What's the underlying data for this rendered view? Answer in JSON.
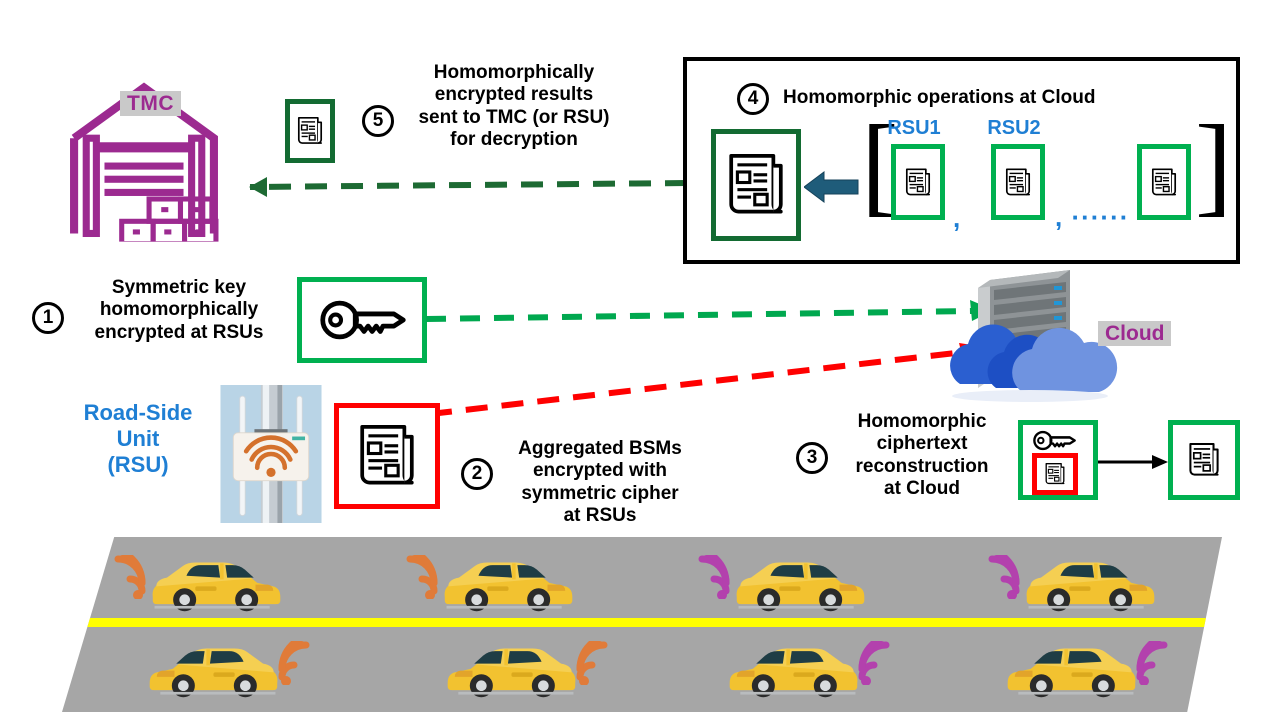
{
  "diagram": {
    "title": "Homomorphic encryption workflow for V2X BSM aggregation",
    "colors": {
      "green_dark": "#136b32",
      "green": "#00b050",
      "red": "#ff0000",
      "blue_label": "#1f7fd4",
      "purple": "#9c2a90",
      "arrow_blue": "#1f5c7a",
      "road_gray": "#a6a6a6",
      "road_line_yellow": "#ffff00",
      "badge_gray": "#c9c9c9"
    }
  },
  "steps": [
    {
      "number": "1",
      "text": "Symmetric key\nhomomorphically\nencrypted at RSUs"
    },
    {
      "number": "2",
      "text": "Aggregated BSMs\nencrypted with\nsymmetric cipher\nat RSUs"
    },
    {
      "number": "3",
      "text": "Homomorphic\nciphertext\nreconstruction\nat Cloud"
    },
    {
      "number": "4",
      "text": "Homomorphic operations at Cloud"
    },
    {
      "number": "5",
      "text": "Homomorphically\nencrypted results\nsent to TMC (or RSU)\nfor decryption"
    }
  ],
  "entities": {
    "tmc_label": "TMC",
    "cloud_label": "Cloud",
    "rsu_label": "Road-Side\nUnit\n(RSU)"
  },
  "cloud_ops": {
    "rsu_items": [
      {
        "label": "RSU1",
        "icon": "document-icon"
      },
      {
        "label": "RSU2",
        "icon": "document-icon"
      },
      {
        "label": "",
        "icon": "document-icon"
      }
    ],
    "separator_comma": ",",
    "ellipsis": ", ······",
    "bracket_open": "[",
    "bracket_close": "]",
    "result_icon": "document-icon",
    "aggregate_arrow": "left-arrow-icon"
  },
  "icons": {
    "key": "key-icon",
    "document": "document-icon",
    "warehouse": "warehouse-icon",
    "server_rack": "server-rack-icon",
    "cloud": "cloud-icon",
    "rsu_antenna": "rsu-antenna-icon",
    "wifi": "wifi-icon",
    "car": "car-icon"
  },
  "road": {
    "lanes": [
      {
        "direction": "right",
        "cars": [
          {
            "signal_color": "#e07b39"
          },
          {
            "signal_color": "#e07b39"
          },
          {
            "signal_color": "#b341ad"
          },
          {
            "signal_color": "#b341ad"
          }
        ]
      },
      {
        "direction": "left",
        "cars": [
          {
            "signal_color": "#e07b39"
          },
          {
            "signal_color": "#e07b39"
          },
          {
            "signal_color": "#b341ad"
          },
          {
            "signal_color": "#b341ad"
          }
        ]
      }
    ]
  }
}
